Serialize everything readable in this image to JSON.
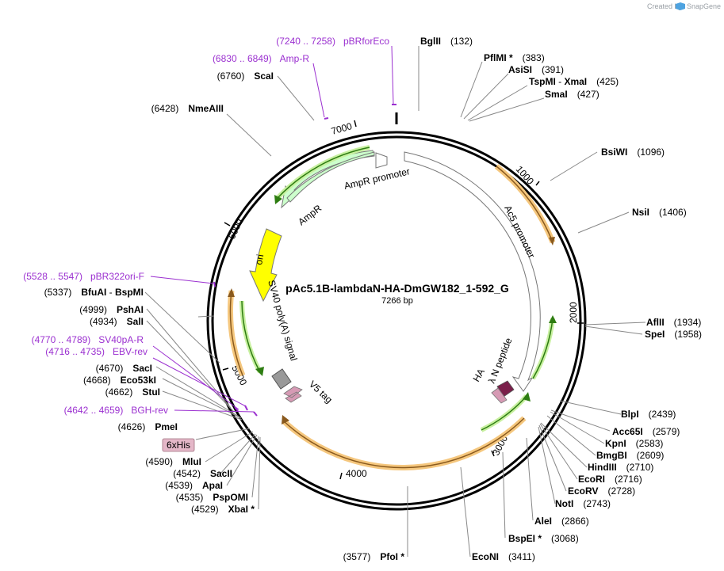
{
  "credit": {
    "text": "Created by",
    "brand": "SnapGene",
    "logo_icon": "snapgene-logo-icon"
  },
  "title": "pAc5.1B-lambdaN-HA-DmGW182_1-592_G",
  "size": "7266 bp",
  "ticks": [
    "1000",
    "2000",
    "3000",
    "4000",
    "5000",
    "6000",
    "7000"
  ],
  "enzymes": {
    "bglii": {
      "name": "BglII",
      "pos": "(132)"
    },
    "pflmi": {
      "name": "PflMI *",
      "pos": "(383)"
    },
    "asisi": {
      "name": "AsiSI",
      "pos": "(391)"
    },
    "tspmi": {
      "name": "TspMI",
      "sep": " - ",
      "name2": "XmaI",
      "pos": "(425)"
    },
    "smai": {
      "name": "SmaI",
      "pos": "(427)"
    },
    "bsiwi": {
      "name": "BsiWI",
      "pos": "(1096)"
    },
    "nsii": {
      "name": "NsiI",
      "pos": "(1406)"
    },
    "aflii": {
      "name": "AflII",
      "pos": "(1934)"
    },
    "spei": {
      "name": "SpeI",
      "pos": "(1958)"
    },
    "blpi": {
      "name": "BlpI",
      "pos": "(2439)"
    },
    "acc65i": {
      "name": "Acc65I",
      "pos": "(2579)"
    },
    "kpni": {
      "name": "KpnI",
      "pos": "(2583)"
    },
    "bmgbi": {
      "name": "BmgBI",
      "pos": "(2609)"
    },
    "hindiii": {
      "name": "HindIII",
      "pos": "(2710)"
    },
    "ecori": {
      "name": "EcoRI",
      "pos": "(2716)"
    },
    "ecorv": {
      "name": "EcoRV",
      "pos": "(2728)"
    },
    "noti": {
      "name": "NotI",
      "pos": "(2743)"
    },
    "alei": {
      "name": "AleI",
      "pos": "(2866)"
    },
    "bspei": {
      "name": "BspEI *",
      "pos": "(3068)"
    },
    "econi": {
      "name": "EcoNI",
      "pos": "(3411)"
    },
    "pfoi": {
      "name": "PfoI *",
      "pos": "(3577)"
    },
    "xbai": {
      "name": "XbaI *",
      "pos": "(4529)"
    },
    "pspomi": {
      "name": "PspOMI",
      "pos": "(4535)"
    },
    "apai": {
      "name": "ApaI",
      "pos": "(4539)"
    },
    "sacii": {
      "name": "SacII",
      "pos": "(4542)"
    },
    "mlui": {
      "name": "MluI",
      "pos": "(4590)"
    },
    "pmei": {
      "name": "PmeI",
      "pos": "(4626)"
    },
    "stui": {
      "name": "StuI",
      "pos": "(4662)"
    },
    "eco53ki": {
      "name": "Eco53kI",
      "pos": "(4668)"
    },
    "saci": {
      "name": "SacI",
      "pos": "(4670)"
    },
    "sali": {
      "name": "SalI",
      "pos": "(4934)"
    },
    "pshai": {
      "name": "PshAI",
      "pos": "(4999)"
    },
    "bfuai": {
      "name": "BfuAI",
      "sep": " - ",
      "name2": "BspMI",
      "pos": "(5337)"
    },
    "nmeaiii": {
      "name": "NmeAIII",
      "pos": "(6428)"
    },
    "scai": {
      "name": "ScaI",
      "pos": "(6760)"
    }
  },
  "primers": {
    "pbrforeco": {
      "range": "(7240 .. 7258)",
      "name": "pBRforEco"
    },
    "ampr": {
      "range": "(6830 .. 6849)",
      "name": "Amp-R"
    },
    "pbr322ori": {
      "range": "(5528 .. 5547)",
      "name": "pBR322ori-F"
    },
    "sv40pa": {
      "range": "(4770 .. 4789)",
      "name": "SV40pA-R"
    },
    "ebvrev": {
      "range": "(4716 .. 4735)",
      "name": "EBV-rev"
    },
    "bghrev": {
      "range": "(4642 .. 4659)",
      "name": "BGH-rev"
    }
  },
  "features": {
    "ampr_promoter": "AmpR promoter",
    "ampr": "AmpR",
    "ori": "ori",
    "ac5_promoter": "Ac5 promoter",
    "sv40": "SV40 poly(A) signal",
    "v5tag": "V5 tag",
    "ha": "HA",
    "lambdan": "λ N peptide",
    "his": "6xHis"
  },
  "colors": {
    "backbone": "#000000",
    "primer": "#9b30d0",
    "ampr": "#ccffcc",
    "ori": "#ffff00",
    "orf_highlight": "#f5c77e",
    "orf_arrow": "#8a5a1e",
    "green_arrow": "#44aa22",
    "lambdan": "#7a1f4a",
    "ha": "#d69ab4",
    "his_label_bg": "#e4b7c8",
    "credit": "#9aa0a6"
  }
}
